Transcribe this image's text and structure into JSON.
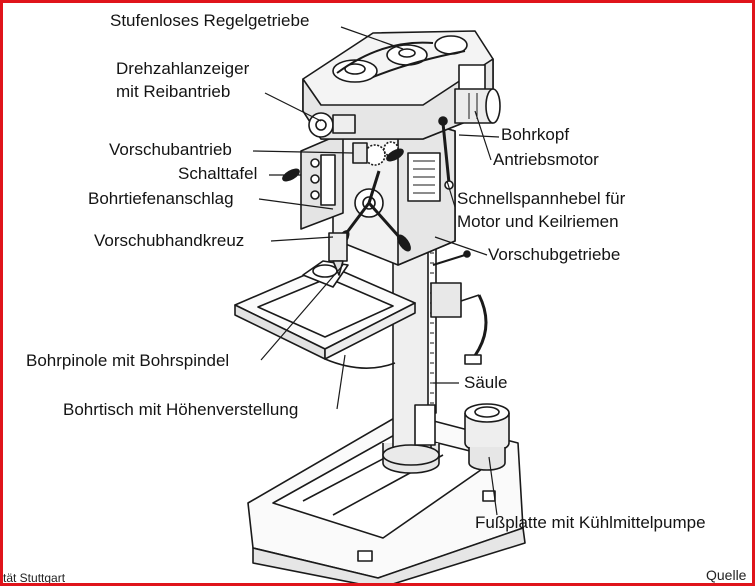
{
  "labels": {
    "stufenloses_regelgetriebe": "Stufenloses Regelgetriebe",
    "drehzahlanzeiger_1": "Drehzahlanzeiger",
    "drehzahlanzeiger_2": "mit Reibantrieb",
    "vorschubantrieb": "Vorschubantrieb",
    "schalttafel": "Schalttafel",
    "bohrtiefenanschlag": "Bohrtiefenanschlag",
    "vorschubhandkreuz": "Vorschubhandkreuz",
    "bohrkopf": "Bohrkopf",
    "antriebsmotor": "Antriebsmotor",
    "schnellspannhebel_1": "Schnellspannhebel für",
    "schnellspannhebel_2": "Motor und Keilriemen",
    "vorschubgetriebe": "Vorschubgetriebe",
    "bohrpinole": "Bohrpinole mit Bohrspindel",
    "bohrtisch": "Bohrtisch mit Höhenverstellung",
    "saeule": "Säule",
    "fussplatte": "Fußplatte mit Kühlmittelpumpe"
  },
  "footer": {
    "source_left": "tät Stuttgart",
    "source_right": "Quelle"
  },
  "colors": {
    "frame": "#e0141b",
    "line": "#1a1a1a",
    "fill": "#f4f4f4"
  }
}
